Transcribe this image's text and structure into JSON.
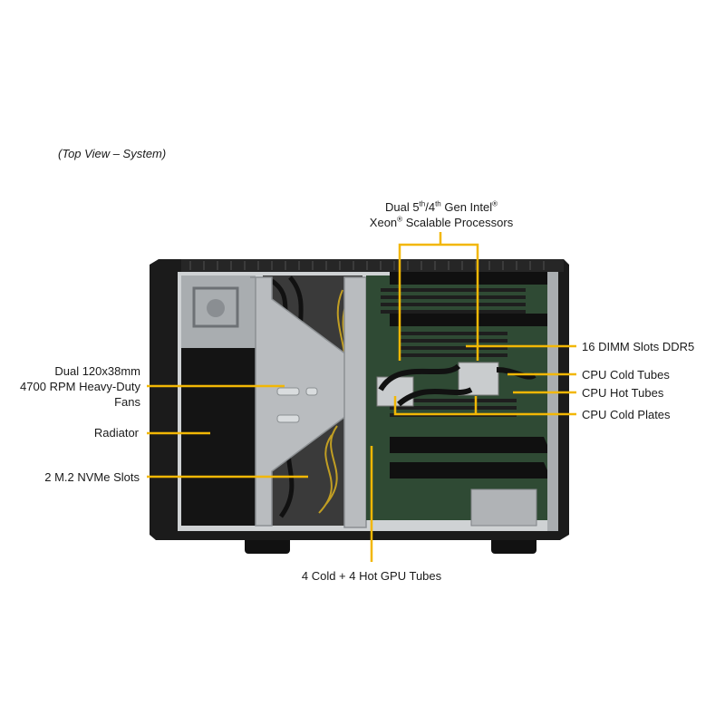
{
  "caption": "(Top View – System)",
  "callouts": {
    "processors": {
      "line1": {
        "a": "Dual 5",
        "sup1": "th",
        "b": "/4",
        "sup2": "th",
        "c": " Gen Intel",
        "sup3": "®"
      },
      "line2": {
        "a": "Xeon",
        "sup": "®",
        "b": " Scalable Processors"
      }
    },
    "dimm": "16 DIMM Slots DDR5",
    "cpu_cold_tubes": "CPU Cold Tubes",
    "cpu_hot_tubes": "CPU Hot Tubes",
    "cpu_cold_plates": "CPU Cold Plates",
    "fans": {
      "line1": "Dual 120x38mm",
      "line2": "4700 RPM Heavy-Duty",
      "line3": "Fans"
    },
    "radiator": "Radiator",
    "nvme": "2 M.2 NVMe Slots",
    "gpu_tubes": "4 Cold + 4 Hot GPU Tubes"
  },
  "colors": {
    "leader": "#f2b705",
    "chassis": "#1b1b1b",
    "board": "#2f4a34",
    "frame": "#b9bcbf"
  }
}
